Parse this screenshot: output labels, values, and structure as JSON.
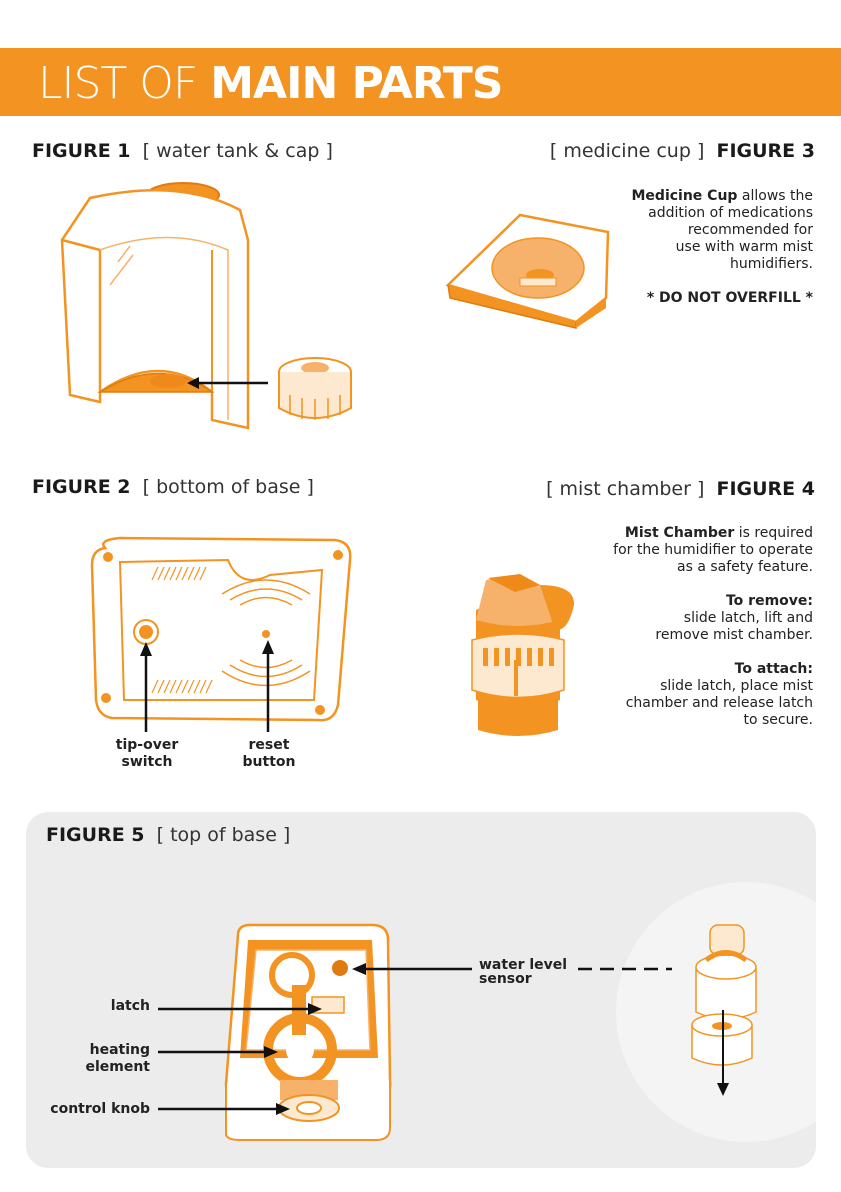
{
  "banner": {
    "title_light": "LIST OF",
    "title_bold": "MAIN PARTS"
  },
  "colors": {
    "accent": "#f39322",
    "panel": "#ececec"
  },
  "figure1": {
    "label": "FIGURE 1",
    "caption": "[ water tank & cap ]"
  },
  "figure3": {
    "label": "FIGURE 3",
    "caption": "[ medicine cup ]",
    "desc_bold": "Medicine Cup",
    "desc_line1": "allows the",
    "desc_line2": "addition of medications",
    "desc_line3": "recommended for",
    "desc_line4": "use with warm mist",
    "desc_line5": "humidifiers.",
    "warning": "* DO NOT OVERFILL *"
  },
  "figure2": {
    "label": "FIGURE 2",
    "caption": "[ bottom of base ]",
    "tipover_line1": "tip-over",
    "tipover_line2": "switch",
    "reset_line1": "reset",
    "reset_line2": "button"
  },
  "figure4": {
    "label": "FIGURE 4",
    "caption": "[ mist chamber ]",
    "desc_bold": "Mist Chamber",
    "desc_line1": "is required",
    "desc_line2": "for the humidifier to operate",
    "desc_line3": "as a safety feature.",
    "remove_head": "To remove:",
    "remove_line1": "slide latch, lift and",
    "remove_line2": "remove mist chamber.",
    "attach_head": "To attach:",
    "attach_line1": "slide latch, place mist",
    "attach_line2": "chamber and release latch",
    "attach_line3": "to secure."
  },
  "figure5": {
    "label": "FIGURE 5",
    "caption": "[ top of base ]",
    "latch": "latch",
    "heating_line1": "heating",
    "heating_line2": "element",
    "control_knob": "control knob",
    "water_line1": "water level",
    "water_line2": "sensor"
  }
}
